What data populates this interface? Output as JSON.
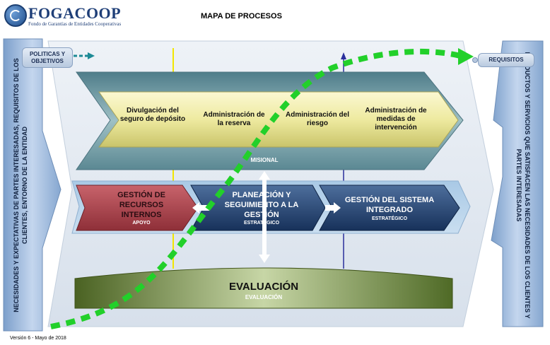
{
  "header": {
    "logo_name": "FOGACOOP",
    "logo_subtitle": "Fondo de Garantías de Entidades Cooperativas",
    "title": "MAPA DE PROCESOS"
  },
  "inputs": {
    "left_label": "NECESIDADES Y EXPECTATIVAS DE PARTES INTERESADAS, REQUISITOS DE LOS CLIENTES, ENTORNO DE LA ENTIDAD",
    "policies": "POLITICAS Y OBJETIVOS"
  },
  "outputs": {
    "right_label": "PRODUCTOS Y SERVICIOS QUE SATISFACEN LAS NECESIDADES DE LOS CLIENTES Y PARTES INTERESADAS",
    "requirements": "REQUISITOS"
  },
  "misional": {
    "label": "MISIONAL",
    "processes": [
      "Divulgación del seguro de depósito",
      "Administración de la reserva",
      "Administración del riesgo",
      "Administración de medidas de intervención"
    ]
  },
  "support": {
    "title": "GESTIÓN  DE RECURSOS INTERNOS",
    "subtitle": "APOYO"
  },
  "strategic": [
    {
      "title": "PLANEACIÓN Y SEGUIMIENTO A LA GESTIÓN",
      "subtitle": "ESTRATÉGICO"
    },
    {
      "title": "GESTIÓN DEL SISTEMA INTEGRADO",
      "subtitle": "ESTRATÉGICO"
    }
  ],
  "evaluation": {
    "title": "EVALUACIÓN",
    "subtitle": "EVALUACIÓN"
  },
  "footer": {
    "version": "Versión 6 - Mayo de 2018"
  },
  "colors": {
    "frame": "#dfe6ef",
    "mission_band": "#6f98a2",
    "process_arrow": "#f2efb0",
    "support": "#a3424a",
    "strategic": "#1e3f6b",
    "evaluation": "#5f7a34",
    "flow_dash": "#22d02a",
    "yellow_line": "#f2e600",
    "blue_line": "#2a2f9c"
  }
}
